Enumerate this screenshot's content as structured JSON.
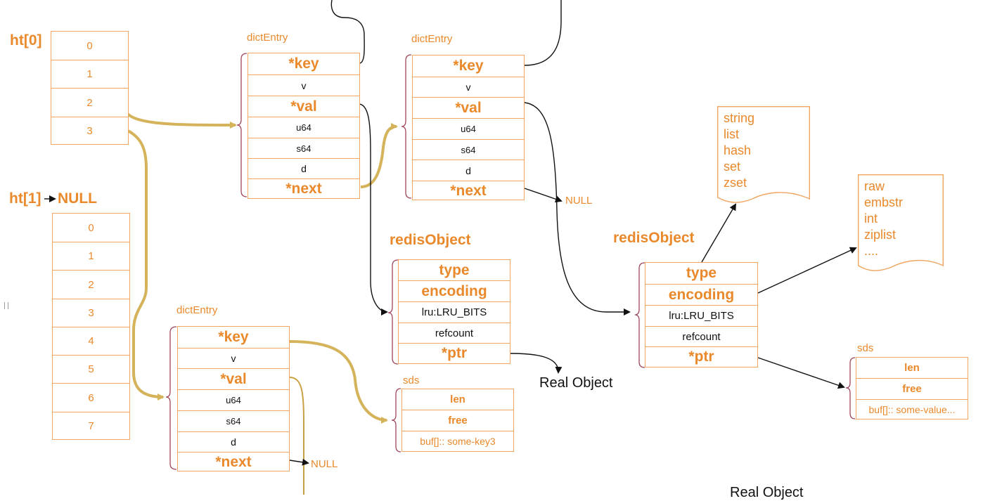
{
  "ht0": {
    "label": "ht[0]",
    "slots": [
      "0",
      "1",
      "2",
      "3"
    ]
  },
  "ht1": {
    "label": "ht[1]",
    "null": "NULL",
    "slots": [
      "0",
      "1",
      "2",
      "3",
      "4",
      "5",
      "6",
      "7"
    ]
  },
  "dict_entry_label": "dictEntry",
  "dict_entry_fields": [
    "*key",
    "v",
    "*val",
    "u64",
    "s64",
    "d",
    "*next"
  ],
  "redis_object_label": "redisObject",
  "redis_object_fields": [
    "type",
    "encoding",
    "lru:LRU_BITS",
    "refcount",
    "*ptr"
  ],
  "sds_label": "sds",
  "sds1": {
    "fields": [
      "len",
      "free",
      "buf[]:: some-key3"
    ]
  },
  "sds2": {
    "fields": [
      "len",
      "free",
      "buf[]:: some-value..."
    ]
  },
  "types_doc": {
    "items": [
      "string",
      "list",
      "hash",
      "set",
      "zset"
    ]
  },
  "encodings_doc": {
    "items": [
      "raw",
      "embstr",
      "int",
      "ziplist",
      "...."
    ]
  },
  "null_label": "NULL",
  "real_object_label": "Real Object",
  "real_object_label_2": "Real Object",
  "colors": {
    "orange": "#e9892b",
    "border": "#f0a560",
    "gold_arrow": "#d4b35a",
    "bracket": "#a0465a"
  }
}
